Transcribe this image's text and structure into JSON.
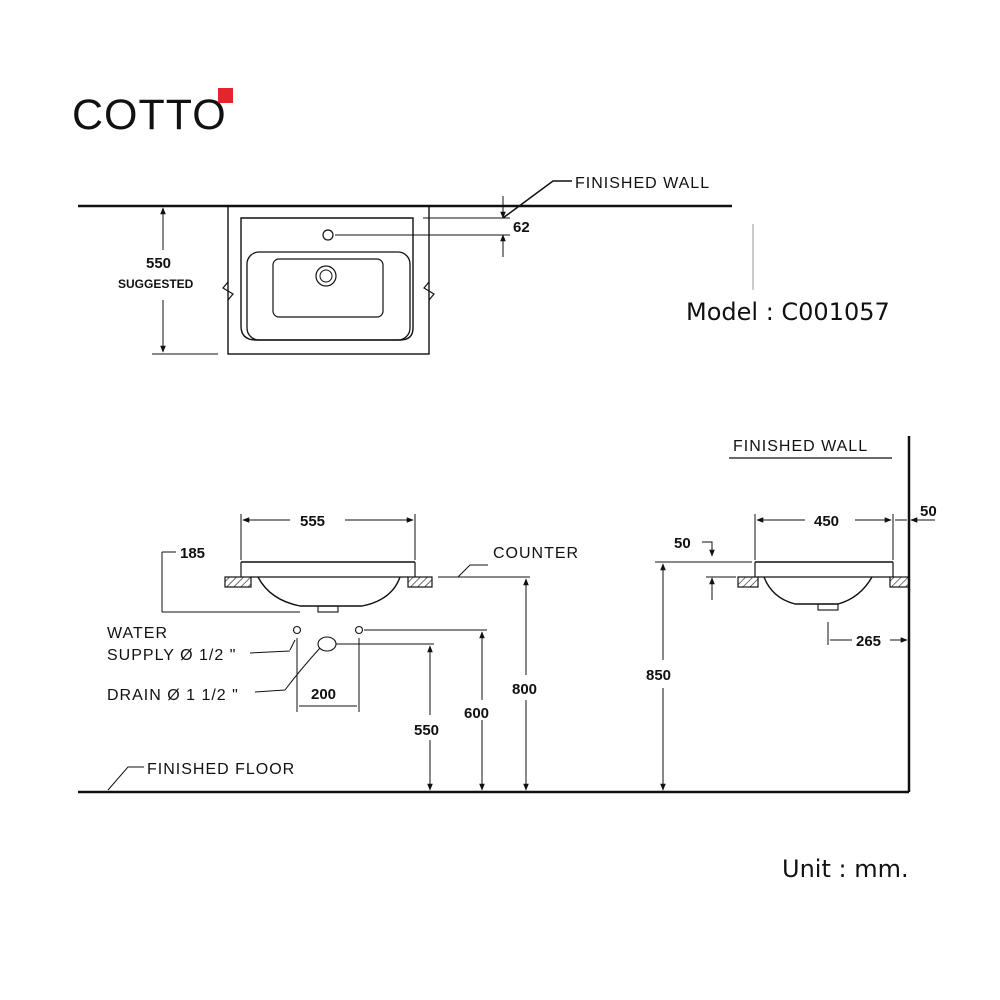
{
  "brand": {
    "name": "COTTO",
    "accent_color": "#e4262c"
  },
  "model": "Model : C001057",
  "unit": "Unit : mm.",
  "labels": {
    "finished_wall_top": "FINISHED WALL",
    "finished_wall_side": "FINISHED WALL",
    "counter": "COUNTER",
    "water_supply_line1": "WATER",
    "water_supply_line2": "SUPPLY Ø 1/2 \"",
    "drain": "DRAIN Ø 1 1/2 \"",
    "finished_floor": "FINISHED FLOOR",
    "suggested": "SUGGESTED"
  },
  "dimensions": {
    "d550_top": "550",
    "d62": "62",
    "d555": "555",
    "d185": "185",
    "d200": "200",
    "d550_floor": "550",
    "d600": "600",
    "d800": "800",
    "d450": "450",
    "d50_side": "50",
    "d50_lip": "50",
    "d265": "265",
    "d850": "850"
  }
}
